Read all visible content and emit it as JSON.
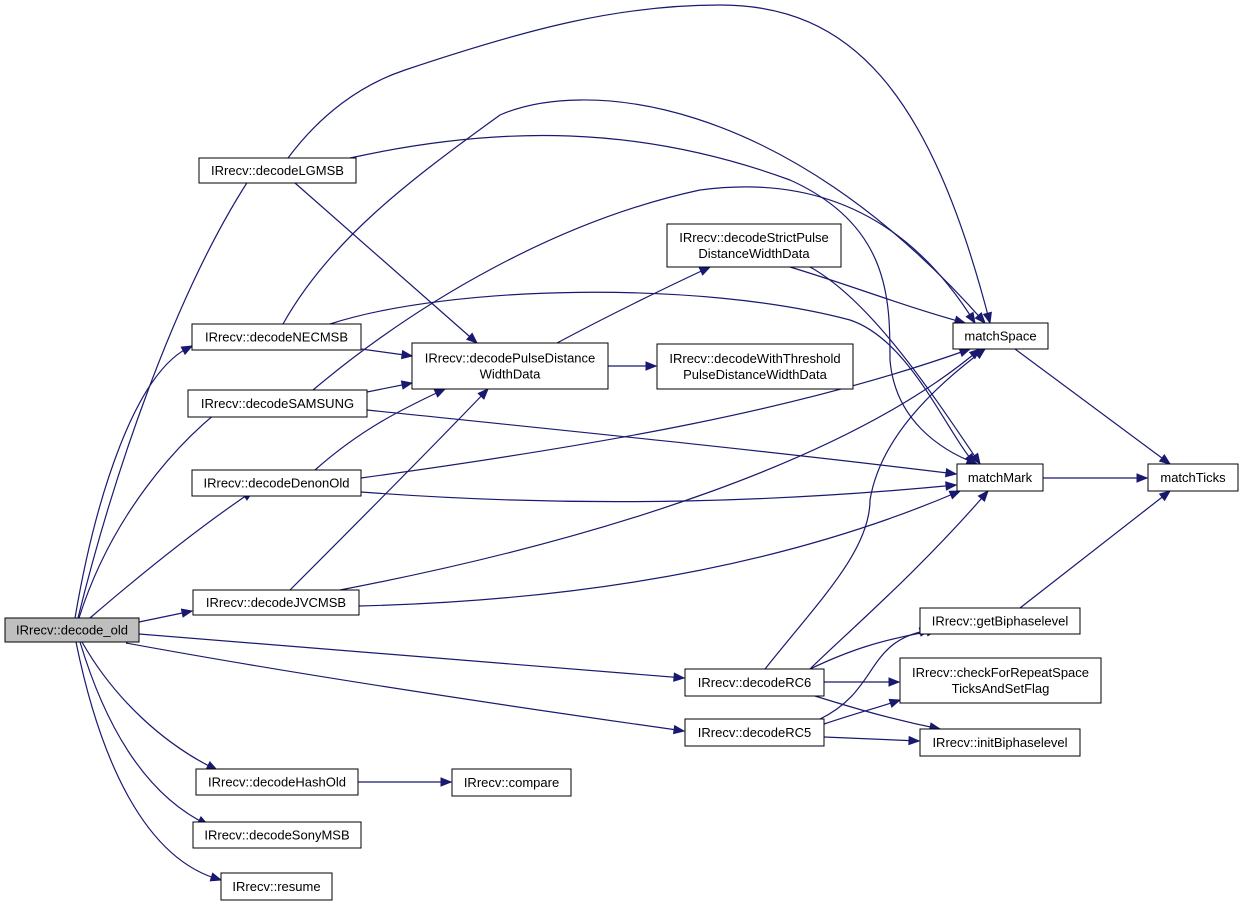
{
  "diagram": {
    "type": "call-graph",
    "nodes": [
      {
        "id": "decode_old",
        "lines": [
          "IRrecv::decode_old"
        ],
        "highlighted": true
      },
      {
        "id": "decodeLGMSB",
        "lines": [
          "IRrecv::decodeLGMSB"
        ]
      },
      {
        "id": "decodeNECMSB",
        "lines": [
          "IRrecv::decodeNECMSB"
        ]
      },
      {
        "id": "decodeSAMSUNG",
        "lines": [
          "IRrecv::decodeSAMSUNG"
        ]
      },
      {
        "id": "decodeDenonOld",
        "lines": [
          "IRrecv::decodeDenonOld"
        ]
      },
      {
        "id": "decodeJVCMSB",
        "lines": [
          "IRrecv::decodeJVCMSB"
        ]
      },
      {
        "id": "decodeHashOld",
        "lines": [
          "IRrecv::decodeHashOld"
        ]
      },
      {
        "id": "decodeSonyMSB",
        "lines": [
          "IRrecv::decodeSonyMSB"
        ]
      },
      {
        "id": "resume",
        "lines": [
          "IRrecv::resume"
        ]
      },
      {
        "id": "decodePulseDistanceWidthData",
        "lines": [
          "IRrecv::decodePulseDistance",
          "WidthData"
        ]
      },
      {
        "id": "decodeStrictPulseDistanceWidthData",
        "lines": [
          "IRrecv::decodeStrictPulse",
          "DistanceWidthData"
        ]
      },
      {
        "id": "decodeWithThresholdPulseDistanceWidthData",
        "lines": [
          "IRrecv::decodeWithThreshold",
          "PulseDistanceWidthData"
        ]
      },
      {
        "id": "compare",
        "lines": [
          "IRrecv::compare"
        ]
      },
      {
        "id": "decodeRC6",
        "lines": [
          "IRrecv::decodeRC6"
        ]
      },
      {
        "id": "decodeRC5",
        "lines": [
          "IRrecv::decodeRC5"
        ]
      },
      {
        "id": "matchSpace",
        "lines": [
          "matchSpace"
        ]
      },
      {
        "id": "matchMark",
        "lines": [
          "matchMark"
        ]
      },
      {
        "id": "matchTicks",
        "lines": [
          "matchTicks"
        ]
      },
      {
        "id": "getBiphaselevel",
        "lines": [
          "IRrecv::getBiphaselevel"
        ]
      },
      {
        "id": "checkForRepeatSpaceTicksAndSetFlag",
        "lines": [
          "IRrecv::checkForRepeatSpace",
          "TicksAndSetFlag"
        ]
      },
      {
        "id": "initBiphaselevel",
        "lines": [
          "IRrecv::initBiphaselevel"
        ]
      }
    ],
    "edges": [
      {
        "from": "decode_old",
        "to": "decodeLGMSB"
      },
      {
        "from": "decode_old",
        "to": "decodeNECMSB"
      },
      {
        "from": "decode_old",
        "to": "decodeSAMSUNG"
      },
      {
        "from": "decode_old",
        "to": "decodeDenonOld"
      },
      {
        "from": "decode_old",
        "to": "decodeJVCMSB"
      },
      {
        "from": "decode_old",
        "to": "decodeRC6"
      },
      {
        "from": "decode_old",
        "to": "decodeRC5"
      },
      {
        "from": "decode_old",
        "to": "decodeHashOld"
      },
      {
        "from": "decode_old",
        "to": "decodeSonyMSB"
      },
      {
        "from": "decode_old",
        "to": "resume"
      },
      {
        "from": "decodeLGMSB",
        "to": "decodePulseDistanceWidthData"
      },
      {
        "from": "decodeLGMSB",
        "to": "matchSpace"
      },
      {
        "from": "decodeLGMSB",
        "to": "matchMark"
      },
      {
        "from": "decodeNECMSB",
        "to": "decodePulseDistanceWidthData"
      },
      {
        "from": "decodeNECMSB",
        "to": "matchSpace"
      },
      {
        "from": "decodeNECMSB",
        "to": "matchMark"
      },
      {
        "from": "decodeSAMSUNG",
        "to": "decodePulseDistanceWidthData"
      },
      {
        "from": "decodeSAMSUNG",
        "to": "matchSpace"
      },
      {
        "from": "decodeSAMSUNG",
        "to": "matchMark"
      },
      {
        "from": "decodeDenonOld",
        "to": "decodePulseDistanceWidthData"
      },
      {
        "from": "decodeDenonOld",
        "to": "matchSpace"
      },
      {
        "from": "decodeDenonOld",
        "to": "matchMark"
      },
      {
        "from": "decodeJVCMSB",
        "to": "decodePulseDistanceWidthData"
      },
      {
        "from": "decodeJVCMSB",
        "to": "matchSpace"
      },
      {
        "from": "decodeJVCMSB",
        "to": "matchMark"
      },
      {
        "from": "decodePulseDistanceWidthData",
        "to": "decodeStrictPulseDistanceWidthData"
      },
      {
        "from": "decodePulseDistanceWidthData",
        "to": "decodeWithThresholdPulseDistanceWidthData"
      },
      {
        "from": "decodeStrictPulseDistanceWidthData",
        "to": "matchSpace"
      },
      {
        "from": "decodeStrictPulseDistanceWidthData",
        "to": "matchMark"
      },
      {
        "from": "matchSpace",
        "to": "matchTicks"
      },
      {
        "from": "matchMark",
        "to": "matchTicks"
      },
      {
        "from": "getBiphaselevel",
        "to": "matchTicks"
      },
      {
        "from": "decodeHashOld",
        "to": "compare"
      },
      {
        "from": "decodeRC6",
        "to": "matchSpace"
      },
      {
        "from": "decodeRC6",
        "to": "matchMark"
      },
      {
        "from": "decodeRC6",
        "to": "getBiphaselevel"
      },
      {
        "from": "decodeRC6",
        "to": "checkForRepeatSpaceTicksAndSetFlag"
      },
      {
        "from": "decodeRC6",
        "to": "initBiphaselevel"
      },
      {
        "from": "decodeRC5",
        "to": "getBiphaselevel"
      },
      {
        "from": "decodeRC5",
        "to": "checkForRepeatSpaceTicksAndSetFlag"
      },
      {
        "from": "decodeRC5",
        "to": "initBiphaselevel"
      }
    ]
  },
  "colors": {
    "edge": "#191970",
    "highlight_fill": "#bfbfbf",
    "node_fill": "#ffffff",
    "node_stroke": "#000000"
  }
}
